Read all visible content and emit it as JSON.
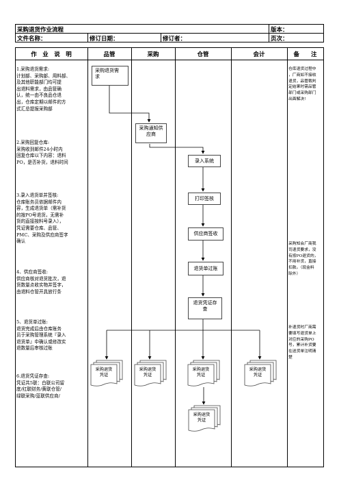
{
  "title": "采购退货作业流程",
  "version_label": "版本：",
  "file_name_label": "文件名称：",
  "revise_date_label": "修订日期：",
  "reviser_label": "修订者：",
  "page_label": "页次：",
  "columns": {
    "description": "作　业　说　明",
    "qc": "品管",
    "purchase": "采购",
    "warehouse": "仓管",
    "accounting": "会计",
    "remarks": "备　　注"
  },
  "descriptions": [
    "1.采购退货需求:\n计划部、采购部、用料部、\n及其他职能部门均可提\n出退料需求，由品管确\n认，统一由不良品仓退\n出，仓库定期以邮件的方\n式汇总提报采购部",
    "2.采购回复仓库:\n采购收到邮件24小时内\n回复仓库以下内容：退料\nPO，是否补货，退料时间",
    "3.录入退货单并签核:\n仓库账务员依据邮件内\n容，生成退货单（需补货\n的按PO号退货，无需补\n货的直接按料号录入），\n凭证需要仓库、品管、\nPMC、采购及供应商签字\n确认",
    "4、供应商签收:\n供应商核对退货批次，退\n货数量点收实物并签字，\n由退料仓管开具放行条",
    "5、退货单过账:\n退货完成后由仓库账务\n员于采购管理系统『录入\n退货单』中确认或修改实\n退数量后审核过账",
    "6.退货凭证存查:\n凭证共5联：白联公司留\n底/红联财务/黄联仓管/\n绿联采购/蓝联供应商/"
  ],
  "boxes": {
    "qc_request": "采购退货需\n求",
    "notify_supplier": "采购通知供\n应商",
    "enter_system": "录入系统",
    "print_sign": "打印签核",
    "supplier_sign": "供应商签收",
    "post_return": "退货单过账",
    "store_voucher": "退货凭证存\n查",
    "voucher": "采购退货\n凭证"
  },
  "notes": [
    "仓库退货过程中\n，厂商如不接收\n退货，品管裁判\n定结果时需品管\n部门或采购部门\n出面解决!",
    "采购知会厂商我\n司退货要求，没\n有按PO退货的，\n不用补货，直接\n扣款。（现金料\n除外）",
    "补退货时厂商需\n要填写退货单上\n对应的采购PO\n号，累计补货要\n在送货单注明清\n楚"
  ]
}
